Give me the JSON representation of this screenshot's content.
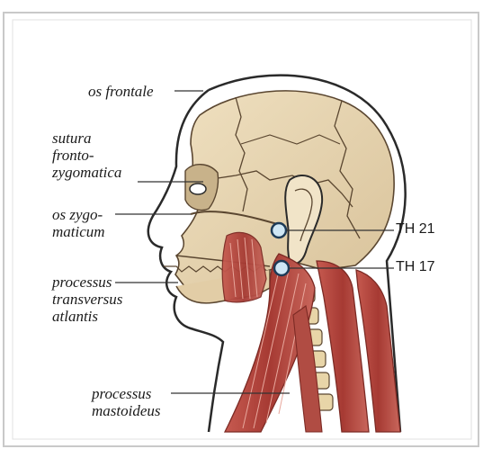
{
  "labels": {
    "os_frontale": "os frontale",
    "sutura": [
      "sutura",
      "fronto-",
      "zygomatica"
    ],
    "os_zygomaticum": [
      "os zygo-",
      "maticum"
    ],
    "processus_transversus": [
      "processus",
      "transversus",
      "atlantis"
    ],
    "processus_mastoideus": [
      "processus",
      "mastoideus"
    ]
  },
  "points": {
    "th21": "TH 21",
    "th17": "TH 17"
  },
  "colors": {
    "skull": "#e9d7b3",
    "bone_line": "#5a4630",
    "muscle": "#b5473f",
    "muscle_light": "#d98a7f",
    "point_fill": "#cfe7f5",
    "point_stroke": "#1d3b57",
    "outline": "#2a2a2a",
    "frame": "#c9c9c9"
  }
}
